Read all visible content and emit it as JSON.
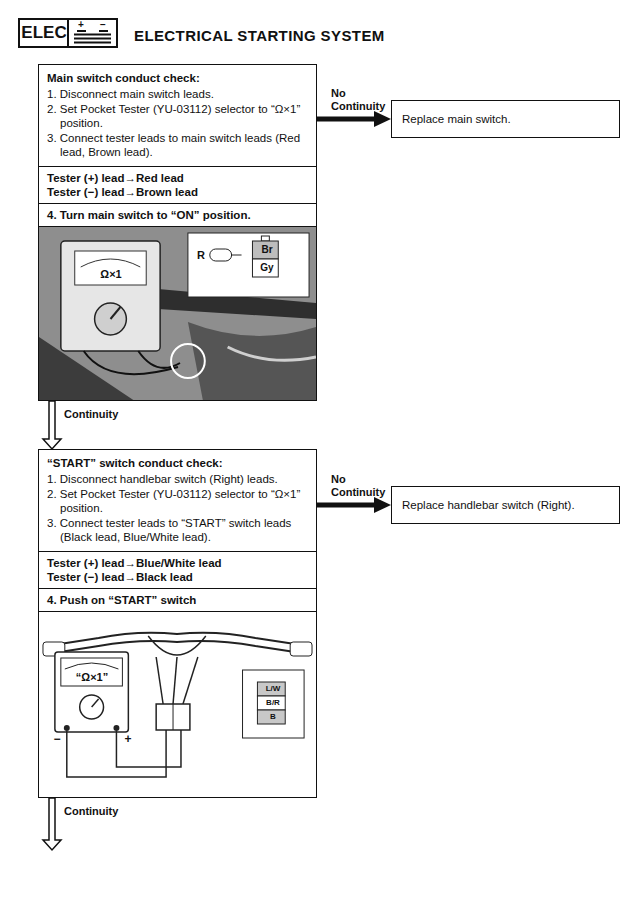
{
  "diagram": {
    "title": "ELECTRICAL STARTING SYSTEM",
    "nodes": [
      {
        "text": [
          "ELEC"
        ]
      },
      {
        "text": [
          "Main switch conduct check:",
          "1. Disconnect main switch leads.",
          "2. Set Pocket Tester (YU-03112) selector to “Ω×1” position.",
          "3. Connect tester leads to main switch leads (Red lead, Brown lead)."
        ]
      },
      {
        "text": [
          "Tester (+) lead→Red lead",
          "Tester (−) lead→Brown lead"
        ],
        "in": 1
      },
      {
        "text": [
          "4. Turn main switch to “ON” position."
        ],
        "in": 1
      },
      {
        "text": [
          "Replace main switch."
        ]
      },
      {
        "text": [
          "“START” switch conduct check:",
          "1. Disconnect handlebar switch (Right) leads.",
          "2. Set Pocket Tester (YU-03112) selector to “Ω×1” position.",
          "3. Connect tester leads to “START” switch leads (Black lead, Blue/White lead)."
        ]
      },
      {
        "text": [
          "Tester (+) lead→Blue/White lead",
          "Tester (−) lead→Black lead"
        ],
        "in": 5
      },
      {
        "text": [
          "4. Push on “START” switch"
        ],
        "in": 5
      },
      {
        "text": [
          "Replace handlebar switch (Right)."
        ]
      }
    ],
    "edges": [
      {
        "from": 1,
        "to": 4,
        "label": "No Continuity",
        "arrow": "to"
      },
      {
        "from": 1,
        "to": 5,
        "label": "Continuity",
        "arrow": "to"
      },
      {
        "from": 5,
        "to": 8,
        "label": "No Continuity",
        "arrow": "to"
      }
    ],
    "labels": [
      "+",
      "−",
      "Ω×1",
      "R",
      "Br",
      "Gy",
      "“Ω×1”",
      "−",
      "+",
      "L/W",
      "B/R",
      "B",
      "Continuity"
    ]
  }
}
